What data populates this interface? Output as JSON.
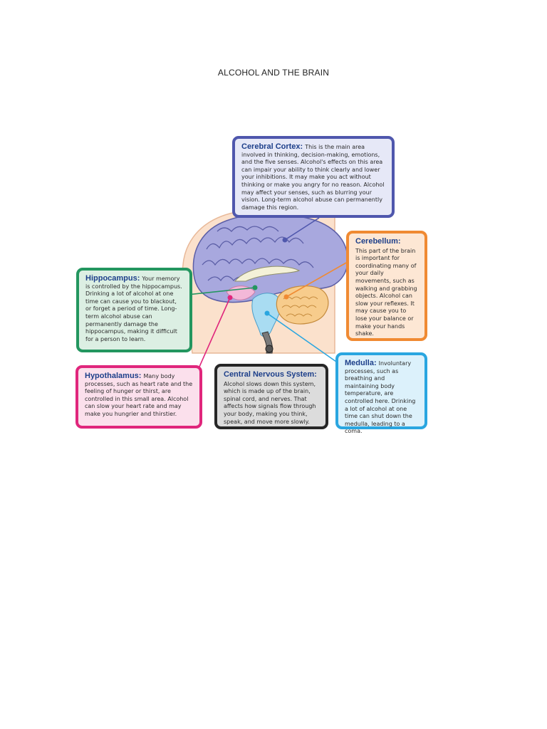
{
  "title": "ALCOHOL AND THE BRAIN",
  "regions": {
    "cortex": {
      "name": "Cerebral Cortex:",
      "text": "This is the main area involved in thinking, decision-making, emotions, and the five senses. Alcohol's effects on this area can impair your ability to think clearly and lower your inhibitions. It may make you act without thinking or make you angry for no reason. Alcohol may affect your senses, such as blurring your vision. Long-term alcohol abuse can permanently damage this region."
    },
    "cerebellum": {
      "name": "Cerebellum:",
      "text": "This part of the brain is important for coordinating many of your daily movements, such as walking and grabbing objects. Alcohol can slow your reflexes. It may cause you to lose your balance or make your hands shake."
    },
    "hippocampus": {
      "name": "Hippocampus:",
      "text": "Your memory is controlled by the hippocampus. Drinking a lot of alcohol at one time can cause you to blackout, or forget a period of time. Long-term alcohol abuse can permanently damage the hippocampus, making it difficult for a person to learn."
    },
    "hypothalamus": {
      "name": "Hypothalamus:",
      "text": "Many body processes, such as heart rate and the feeling of hunger or thirst, are controlled in this small area. Alcohol can slow your heart rate and may make you hungrier and thirstier."
    },
    "cns": {
      "name": "Central Nervous System:",
      "text": "Alcohol slows down this system, which is made up of the brain, spinal cord, and nerves. That affects how signals flow through your body, making you think, speak, and move more slowly."
    },
    "medulla": {
      "name": "Medulla:",
      "text": "Involuntary processes, such as breathing and maintaining body temperature, are controlled here. Drinking a lot of alcohol at one time can shut down the medulla, leading to a coma."
    }
  },
  "colors": {
    "cortex": "#4f57ad",
    "cerebellum": "#f08a32",
    "hippocampus": "#23965f",
    "hypothalamus": "#e0267c",
    "cns": "#262626",
    "medulla": "#2aa6e0"
  }
}
